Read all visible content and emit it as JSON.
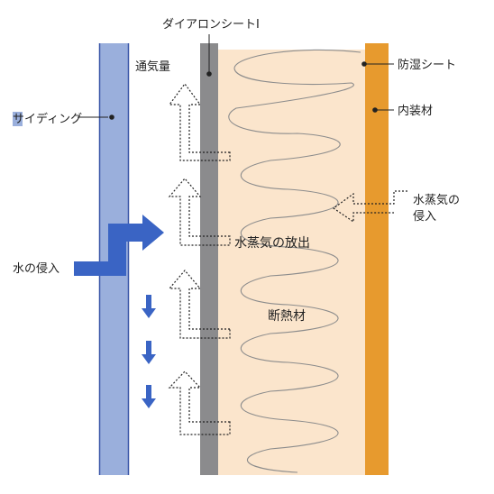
{
  "labels": {
    "siding": "サイディング",
    "diaron_sheet": "ダイアロンシートⅠ",
    "ventilation": "通気量",
    "moisture_barrier": "防湿シート",
    "interior_material": "内装材",
    "water_vapor_intrusion": [
      "水蒸気の",
      "侵入"
    ],
    "water_intrusion": "水の侵入",
    "water_vapor_release": "水蒸気の放出",
    "insulation": "断熱材"
  },
  "colors": {
    "siding": "#9aafdc",
    "siding_edge": "#3a57a8",
    "diaron_sheet": "#8b8b8d",
    "insulation": "#fbe5cc",
    "insulation_line": "#8c8c8c",
    "interior": "#e79a2e",
    "water_arrow": "#3a64c4",
    "dotted": "#222222"
  },
  "icons": [
    "water-arrow",
    "vent-arrow",
    "vapor-arrow"
  ]
}
